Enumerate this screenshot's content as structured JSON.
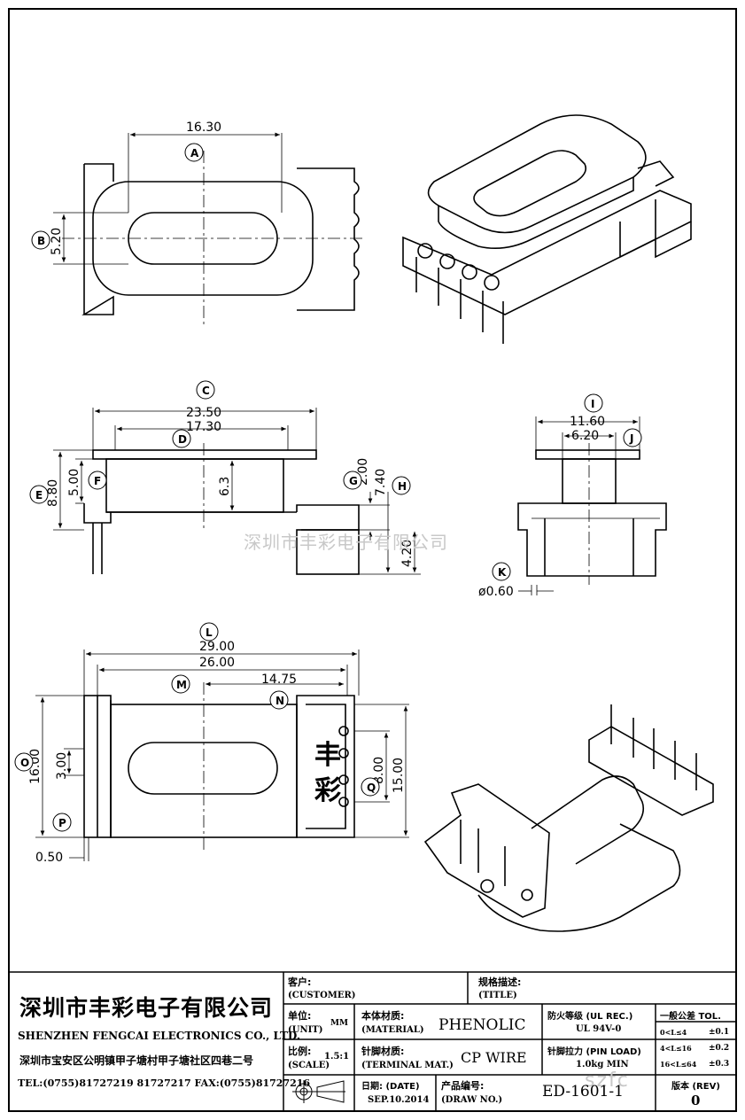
{
  "dims": {
    "top_width": "16.30",
    "top_height": "5.20",
    "side_width_c": "23.50",
    "side_width_d": "17.30",
    "side_h_e": "8.80",
    "side_h_f": "5.00",
    "side_inner": "6.3",
    "side_g": "2.00",
    "side_h": "7.40",
    "pin_len": "4.20",
    "end_w_i": "11.60",
    "end_w_j": "6.20",
    "pin_dia": "ø0.60",
    "bot_l": "29.00",
    "bot_m": "26.00",
    "bot_n": "14.75",
    "bot_o": "16.00",
    "bot_p": "3.00",
    "bot_q": "8.00",
    "bot_15": "15.00",
    "bot_050": "0.50"
  },
  "labels": [
    "A",
    "B",
    "C",
    "D",
    "E",
    "F",
    "G",
    "H",
    "I",
    "J",
    "K",
    "L",
    "M",
    "N",
    "O",
    "P",
    "Q"
  ],
  "bobbin_marking": [
    "丰",
    "彩"
  ],
  "watermark": "深圳市丰彩电子有限公司",
  "watermark2": "szfc",
  "title_block": {
    "company_cn": "深圳市丰彩电子有限公司",
    "company_en": "SHENZHEN FENGCAI ELECTRONICS CO., LTD.",
    "address": "深圳市宝安区公明镇甲子塘村甲子塘社区四巷二号",
    "contact": "TEL:(0755)81727219  81727217   FAX:(0755)81727216",
    "customer_cn": "客户:",
    "customer_en": "(CUSTOMER)",
    "title_cn": "规格描述:",
    "title_en": "(TITLE)",
    "unit_cn": "单位:",
    "unit_en": "(UNIT)",
    "unit_val": "MM",
    "material_cn": "本体材质:",
    "material_en": "(MATERIAL)",
    "material_val": "PHENOLIC",
    "ul_cn": "防火等级 (UL REC.)",
    "ul_val": "UL 94V-0",
    "tol_cn": "一般公差 TOL.",
    "tol": [
      {
        "range": "0<L≤4",
        "val": "±0.1"
      },
      {
        "range": "4<L≤16",
        "val": "±0.2"
      },
      {
        "range": "16<L≤64",
        "val": "±0.3"
      }
    ],
    "scale_cn": "比例:",
    "scale_en": "(SCALE)",
    "scale_val": "1.5:1",
    "terminal_cn": "针脚材质:",
    "terminal_en": "(TERMINAL MAT.)",
    "terminal_val": "CP WIRE",
    "pinload_cn": "针脚拉力 (PIN LOAD)",
    "pinload_val": "1.0kg MIN",
    "date_cn": "日期:  (DATE)",
    "date_val": "SEP.10.2014",
    "drawno_cn": "产品编号:",
    "drawno_en": "(DRAW NO.)",
    "drawno_val": "ED-1601-1",
    "rev_cn": "版本 (REV)",
    "rev_val": "0"
  }
}
